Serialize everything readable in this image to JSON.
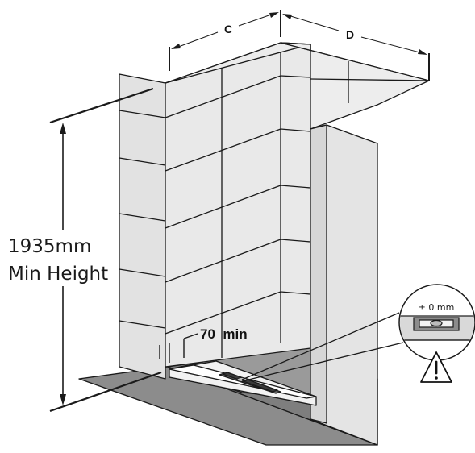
{
  "labels": {
    "dim_c": "C",
    "dim_d": "D",
    "height_value": "1935mm",
    "height_caption": "Min Height",
    "min_gap": "70  min",
    "level_tolerance": "± 0 mm"
  },
  "colors": {
    "tile": "#e6e6e6",
    "tile_shade": "#d9d9d9",
    "floor": "#8c8c8c",
    "floor_dark": "#7a7a7a",
    "line": "#1a1a1a",
    "warning": "#111111"
  },
  "icons": [
    "warning-triangle-icon",
    "spirit-level-icon"
  ]
}
